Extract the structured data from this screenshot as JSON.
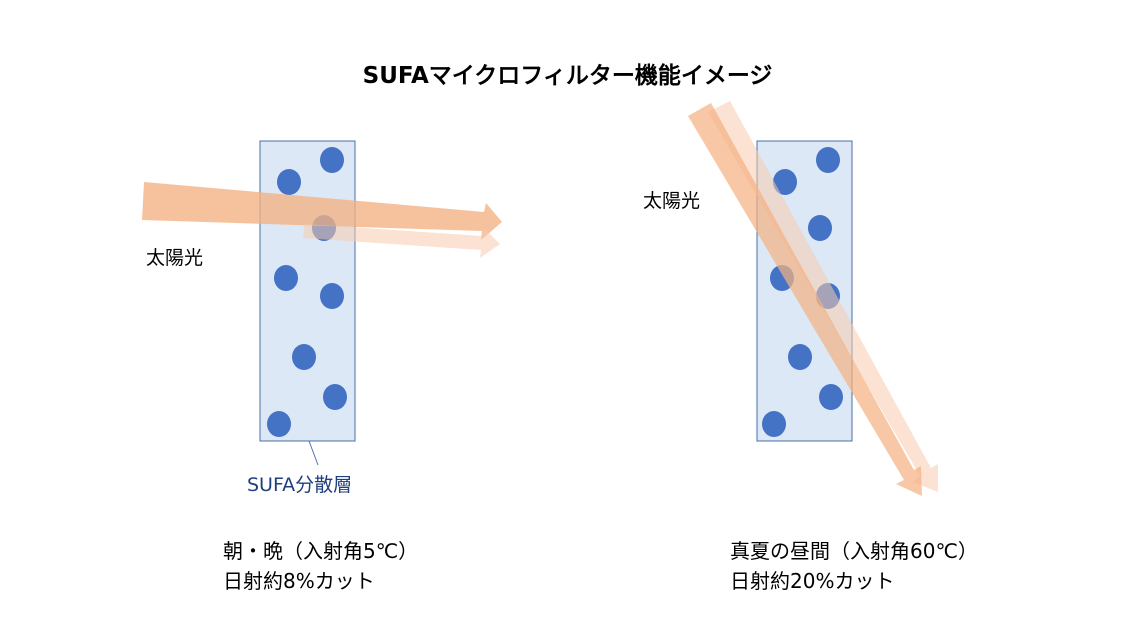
{
  "title": "SUFAマイクロフィルター機能イメージ",
  "colors": {
    "filter_fill": "#dce8f5",
    "filter_border": "#4a6fa8",
    "particle": "#4472c4",
    "beam": "#f4b183",
    "callout_text": "#1f3f7f"
  },
  "left_panel": {
    "sunlight_label": "太陽光",
    "layer_label": "SUFA分散層",
    "caption_line1": "朝・晩（入射角5℃）",
    "caption_line2": "日射約8%カット"
  },
  "right_panel": {
    "sunlight_label": "太陽光",
    "caption_line1": "真夏の昼間（入射角60℃）",
    "caption_line2": "日射約20%カット"
  }
}
